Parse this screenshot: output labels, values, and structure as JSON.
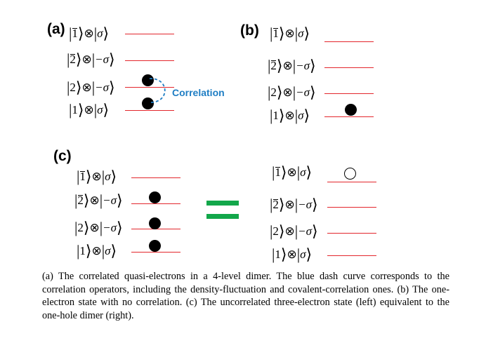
{
  "panels": {
    "a": {
      "label": "(a)"
    },
    "b": {
      "label": "(b)"
    },
    "c": {
      "label": "(c)"
    }
  },
  "kets": {
    "k1bar_sigma": {
      "n": "1",
      "barred": true,
      "spin": "σ"
    },
    "k2bar_msigma": {
      "n": "2",
      "barred": true,
      "spin": "−σ"
    },
    "k2_msigma": {
      "n": "2",
      "barred": false,
      "spin": "−σ"
    },
    "k1_sigma": {
      "n": "1",
      "barred": false,
      "spin": "σ"
    }
  },
  "correlation_label": "Correlation",
  "colors": {
    "level_line": "#e3262c",
    "correlation": "#1f7ec4",
    "equals_sign": "#12a74a",
    "particle": "#000000"
  },
  "caption": "(a) The correlated quasi-electrons in a 4-level dimer. The blue dash curve corresponds to the correlation operators, including the density-fluctuation and covalent-correlation ones. (b) The one-electron state with no correlation. (c) The uncorrelated three-electron state (left) equivalent to the one-hole dimer (right)."
}
